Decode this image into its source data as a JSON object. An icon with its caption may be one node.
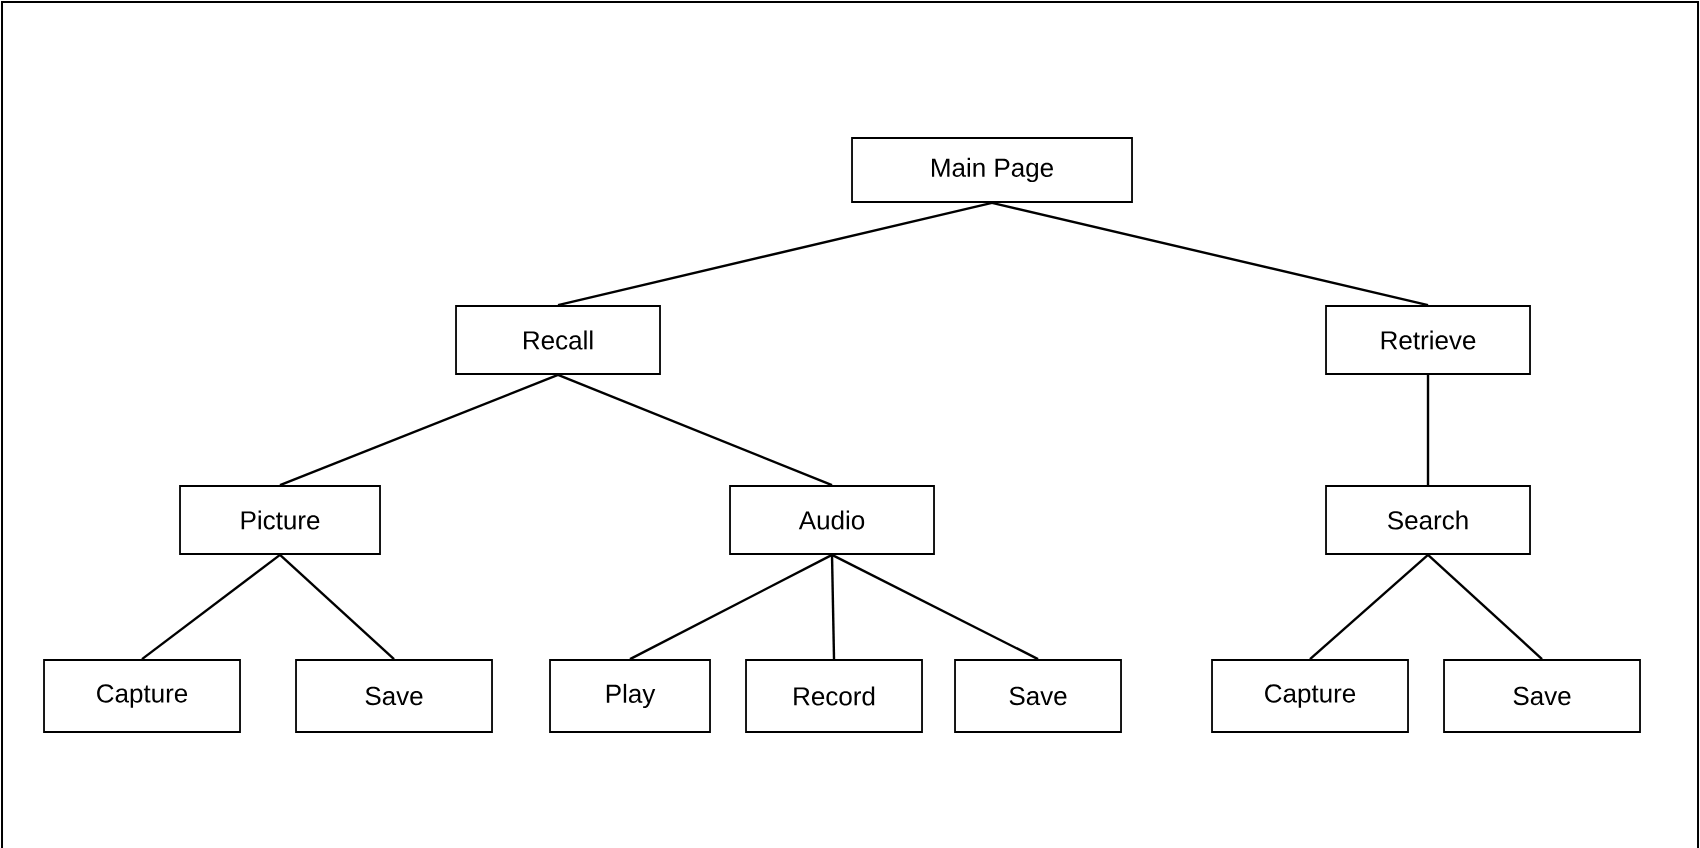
{
  "diagram": {
    "nodes": [
      {
        "text": [
          "Main Page"
        ]
      },
      {
        "text": [
          "Recall"
        ]
      },
      {
        "text": [
          "Retrieve"
        ]
      },
      {
        "text": [
          "Picture"
        ]
      },
      {
        "text": [
          "Audio"
        ]
      },
      {
        "text": [
          "Search"
        ]
      },
      {
        "text": [
          "Capture"
        ]
      },
      {
        "text": [
          "Save"
        ]
      },
      {
        "text": [
          "Play"
        ]
      },
      {
        "text": [
          "Record"
        ]
      },
      {
        "text": [
          "Save"
        ]
      },
      {
        "text": [
          "Capture"
        ]
      },
      {
        "text": [
          "Save"
        ]
      }
    ],
    "edges": [
      {
        "from": 0,
        "to": 1,
        "arrow": "none"
      },
      {
        "from": 0,
        "to": 2,
        "arrow": "none"
      },
      {
        "from": 1,
        "to": 3,
        "arrow": "none"
      },
      {
        "from": 1,
        "to": 4,
        "arrow": "none"
      },
      {
        "from": 2,
        "to": 5,
        "arrow": "none"
      },
      {
        "from": 3,
        "to": 6,
        "arrow": "none"
      },
      {
        "from": 3,
        "to": 7,
        "arrow": "none"
      },
      {
        "from": 4,
        "to": 8,
        "arrow": "none"
      },
      {
        "from": 4,
        "to": 9,
        "arrow": "none"
      },
      {
        "from": 4,
        "to": 10,
        "arrow": "none"
      },
      {
        "from": 5,
        "to": 11,
        "arrow": "none"
      },
      {
        "from": 5,
        "to": 12,
        "arrow": "none"
      }
    ]
  }
}
